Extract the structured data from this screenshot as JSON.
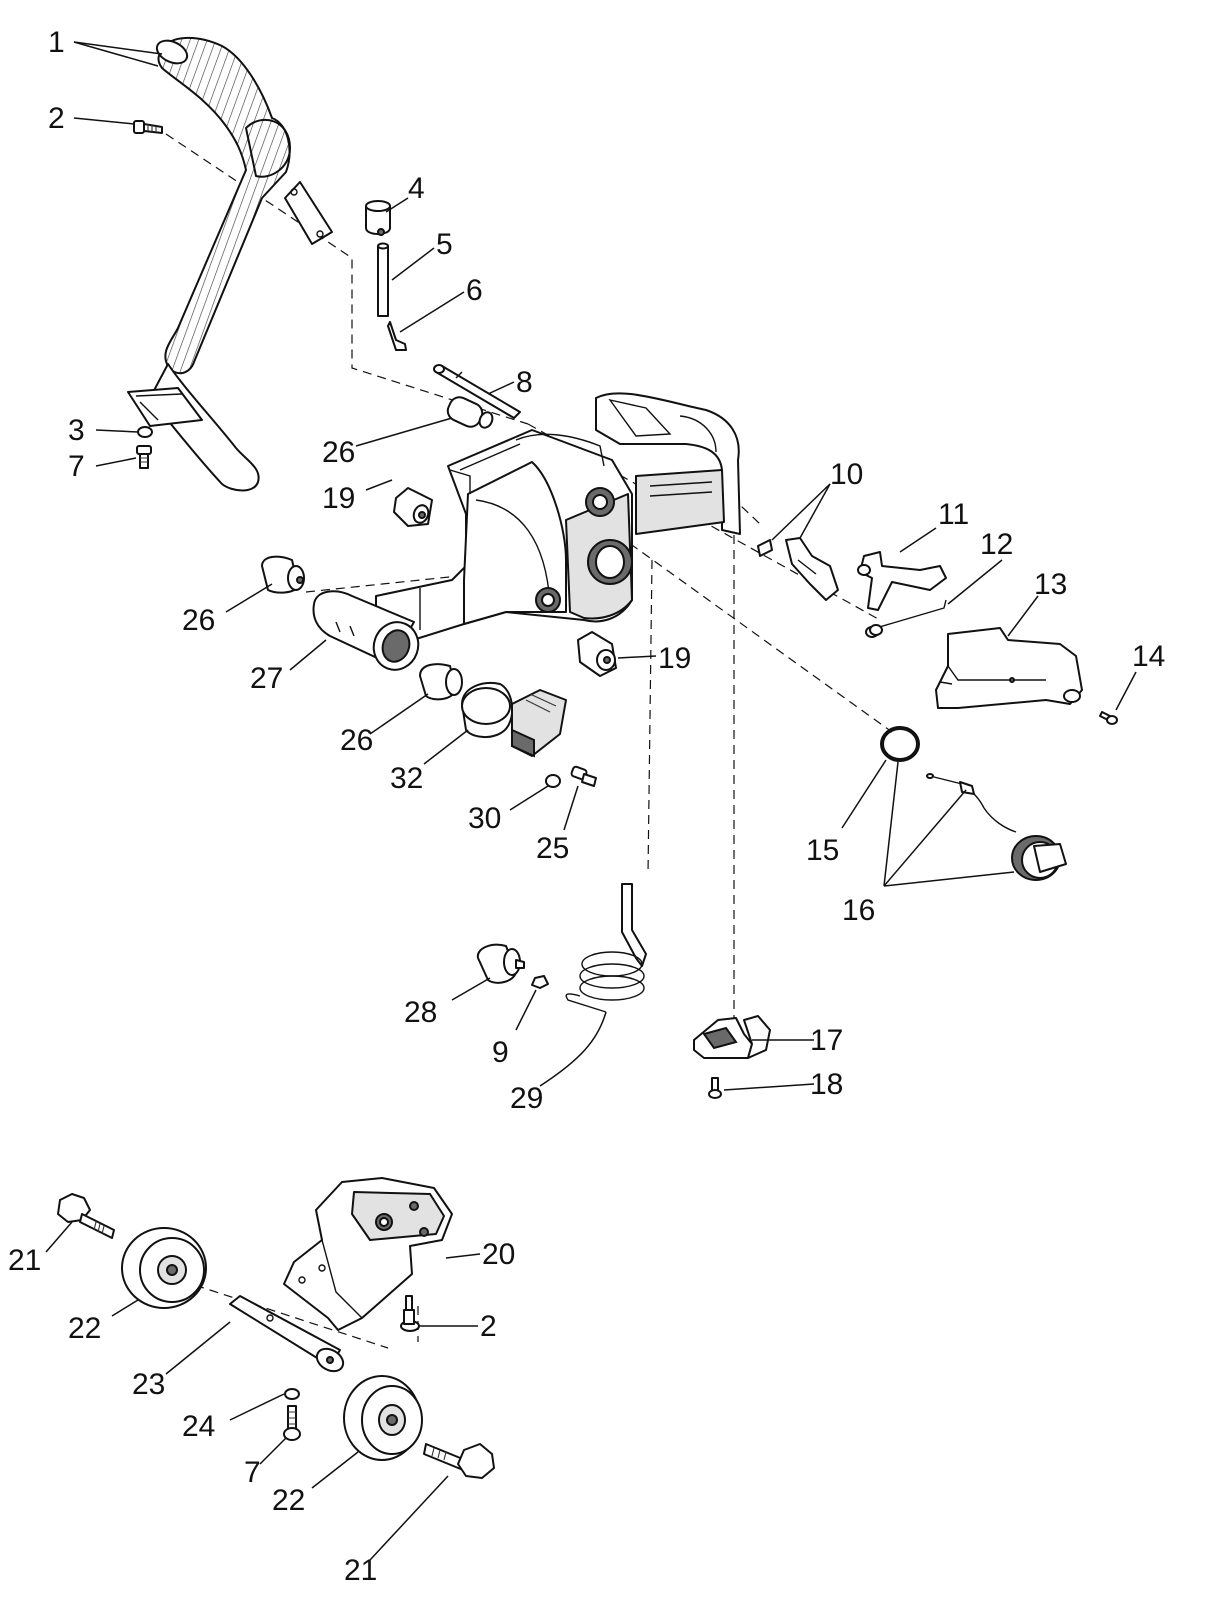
{
  "callouts": [
    {
      "id": "c1",
      "text": "1"
    },
    {
      "id": "c2a",
      "text": "2"
    },
    {
      "id": "c3",
      "text": "3"
    },
    {
      "id": "c7a",
      "text": "7"
    },
    {
      "id": "c4",
      "text": "4"
    },
    {
      "id": "c5",
      "text": "5"
    },
    {
      "id": "c6",
      "text": "6"
    },
    {
      "id": "c8",
      "text": "8"
    },
    {
      "id": "c26a",
      "text": "26"
    },
    {
      "id": "c19a",
      "text": "19"
    },
    {
      "id": "c26b",
      "text": "26"
    },
    {
      "id": "c27",
      "text": "27"
    },
    {
      "id": "c26c",
      "text": "26"
    },
    {
      "id": "c32",
      "text": "32"
    },
    {
      "id": "c30",
      "text": "30"
    },
    {
      "id": "c25",
      "text": "25"
    },
    {
      "id": "c19b",
      "text": "19"
    },
    {
      "id": "c10",
      "text": "10"
    },
    {
      "id": "c11",
      "text": "11"
    },
    {
      "id": "c12",
      "text": "12"
    },
    {
      "id": "c13",
      "text": "13"
    },
    {
      "id": "c14",
      "text": "14"
    },
    {
      "id": "c15",
      "text": "15"
    },
    {
      "id": "c16",
      "text": "16"
    },
    {
      "id": "c28",
      "text": "28"
    },
    {
      "id": "c9",
      "text": "9"
    },
    {
      "id": "c29",
      "text": "29"
    },
    {
      "id": "c17",
      "text": "17"
    },
    {
      "id": "c18",
      "text": "18"
    },
    {
      "id": "c21a",
      "text": "21"
    },
    {
      "id": "c22a",
      "text": "22"
    },
    {
      "id": "c20",
      "text": "20"
    },
    {
      "id": "c2b",
      "text": "2"
    },
    {
      "id": "c23",
      "text": "23"
    },
    {
      "id": "c24",
      "text": "24"
    },
    {
      "id": "c7b",
      "text": "7"
    },
    {
      "id": "c22b",
      "text": "22"
    },
    {
      "id": "c21b",
      "text": "21"
    }
  ]
}
